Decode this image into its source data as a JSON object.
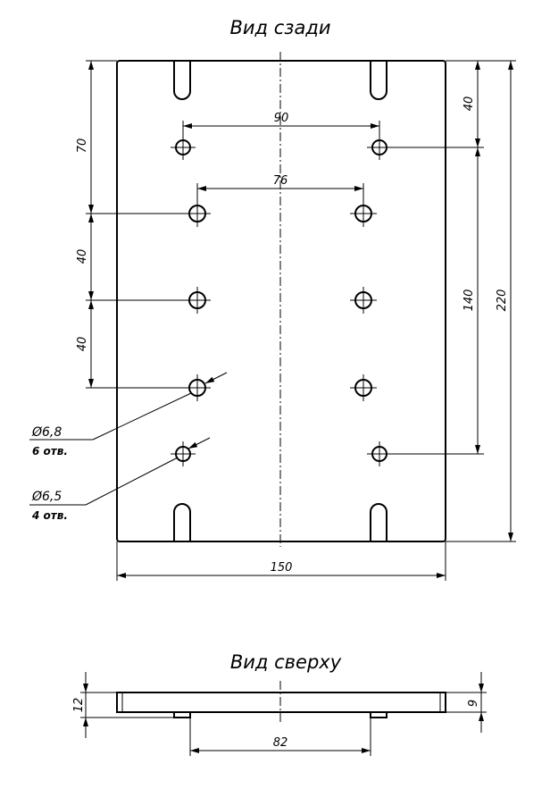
{
  "views": {
    "back": {
      "title": "Вид сзади"
    },
    "top": {
      "title": "Вид сверху"
    }
  },
  "dimensions": {
    "d70": "70",
    "d40_left_a": "40",
    "d40_left_b": "40",
    "d40_right": "40",
    "d90": "90",
    "d76": "76",
    "d140": "140",
    "d220": "220",
    "d150": "150",
    "d82": "82",
    "d12": "12",
    "d9": "9"
  },
  "callouts": {
    "large_holes": {
      "diameter": "Ø6,8",
      "count": "6 отв."
    },
    "small_holes": {
      "diameter": "Ø6,5",
      "count": "4 отв."
    }
  }
}
